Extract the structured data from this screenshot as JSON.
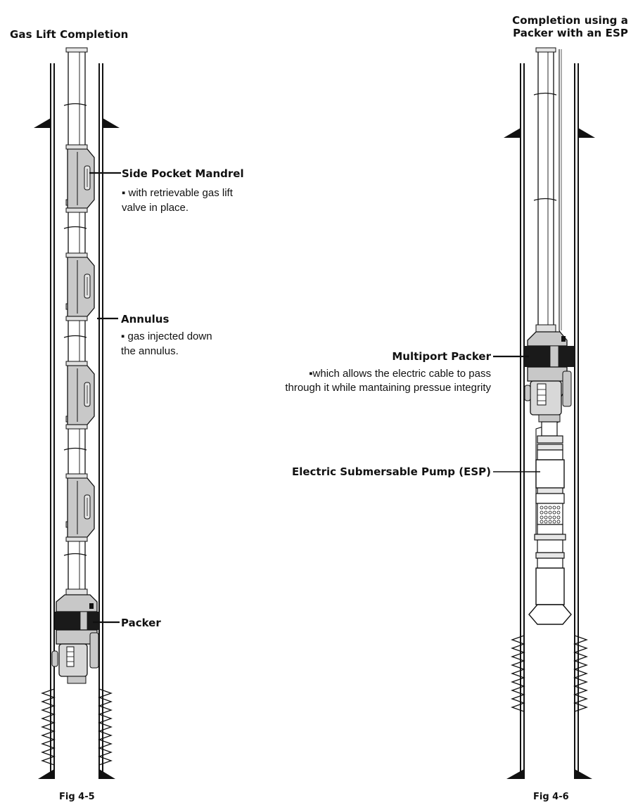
{
  "left": {
    "title": "Gas Lift Completion",
    "caption": "Fig 4-5",
    "callouts": {
      "mandrel": {
        "title": "Side Pocket Mandrel",
        "desc": [
          "▪ with retrievable gas lift",
          "valve in place."
        ]
      },
      "annulus": {
        "title": "Annulus",
        "desc": [
          "▪ gas injected down",
          "the annulus."
        ]
      },
      "packer": {
        "title": "Packer"
      }
    }
  },
  "right": {
    "title": [
      "Completion using a",
      "Packer with an ESP"
    ],
    "caption": "Fig 4-6",
    "callouts": {
      "multiport": {
        "title": "Multiport Packer",
        "desc": [
          "▪which allows the electric cable to pass",
          "through it while mantaining pressue integrity"
        ]
      },
      "esp": {
        "title": "Electric Submersable Pump (ESP)"
      }
    }
  },
  "colors": {
    "ink": "#111111",
    "fill": "#c8c8c8",
    "dark": "#1a1a1a"
  }
}
